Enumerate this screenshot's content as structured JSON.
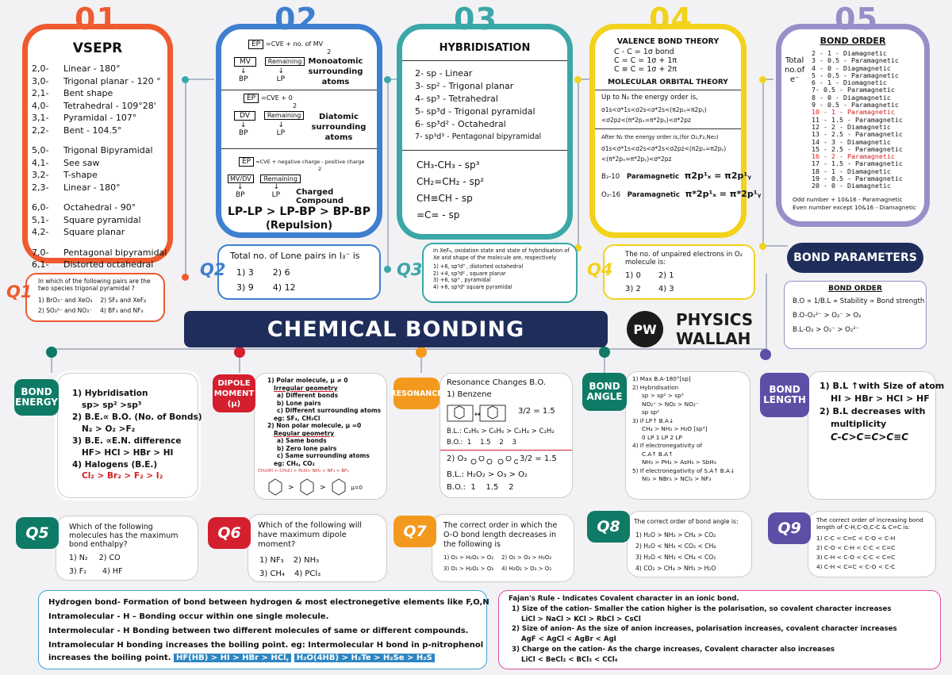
{
  "sections": {
    "vsepr": {
      "num": "01",
      "title": "VSEPR",
      "rows": [
        {
          "code": "2,0-",
          "text": "Linear - 180°"
        },
        {
          "code": "3,0-",
          "text": "Trigonal planar - 120 °"
        },
        {
          "code": "2,1-",
          "text": "Bent shape"
        },
        {
          "code": "4,0-",
          "text": "Tetrahedral - 109°28'"
        },
        {
          "code": "3,1-",
          "text": "Pyramidal - 107°"
        },
        {
          "code": "2,2-",
          "text": "Bent - 104.5°"
        },
        {
          "code": "5,0-",
          "text": "Trigonal Bipyramidal"
        },
        {
          "code": "4,1-",
          "text": "See saw"
        },
        {
          "code": "3,2-",
          "text": "T-shape"
        },
        {
          "code": "2,3-",
          "text": "Linear - 180°"
        },
        {
          "code": "6,0-",
          "text": "Octahedral - 90°"
        },
        {
          "code": "5,1-",
          "text": "Square pyramidal"
        },
        {
          "code": "4,2-",
          "text": "Square planar"
        },
        {
          "code": "7,0-",
          "text": "Pentagonal bipyramidal"
        },
        {
          "code": "6,1-",
          "text": "Distorted octahedral"
        }
      ]
    },
    "ep": {
      "num": "02",
      "f1": "EP = CVE + no. of MV / 2",
      "f1_mv": "MV",
      "f1_rem": "Remaining",
      "bp": "BP",
      "lp": "LP",
      "t1": "Monoatomic surrounding atoms",
      "f2": "EP = CVE + 0 / 2",
      "f2_dv": "DV",
      "t2": "Diatomic surrounding atoms",
      "f3": "EP = CVE + negative charge - positive charge / 2",
      "f3_mv": "MV/DV",
      "t3": "Charged Compound",
      "order": "LP-LP > LP-BP > BP-BP",
      "repulsion": "(Repulsion)"
    },
    "hyb": {
      "num": "03",
      "title": "HYBRIDISATION",
      "rows": [
        "2- sp - Linear",
        "3- sp² - Trigonal planar",
        "4- sp³ - Tetrahedral",
        "5- sp³d - Trigonal pyramidal",
        "6- sp³d² - Octahedral",
        "7- sp³d³ - Pentagonal bipyramidal"
      ],
      "examples": [
        "CH₃-CH₃ - sp³",
        "CH₂=CH₂ - sp²",
        "CH≡CH - sp",
        "=C= - sp"
      ]
    },
    "vbt": {
      "num": "04",
      "title": "VALENCE BOND THEORY",
      "bonds": [
        "C - C = 1σ bond",
        "C = C = 1σ + 1π",
        "C ≡ C = 1σ + 2π"
      ],
      "mot_title": "MOLECULAR ORBITAL THEORY",
      "mot1": "Up to N₂ the energy order is,",
      "mot2": "σ1s<σ*1s<σ2s<σ*2s<(π2pₓ=π2pᵧ)",
      "mot3": "<σ2pz<(π*2pₓ=π*2pᵧ)<σ*2pz",
      "mot4": "After N₂ the energy order is,(for O₂,F₂,Ne₂)",
      "mot5": "σ1s<σ*1s<σ2s<σ*2s<σ2pz<(π2pₓ=π2pᵧ)",
      "mot6": "<(π*2pₓ=π*2pᵧ)<σ*2pz",
      "b2": "B₂-10",
      "b2_prop": "Paramagnetic",
      "b2_f": "π2p¹ₓ = π2p¹ᵧ",
      "o2": "O₂-16",
      "o2_prop": "Paramagnetic",
      "o2_f": "π*2p¹ₓ = π*2p¹ᵧ"
    },
    "bo": {
      "num": "05",
      "title": "BOND ORDER",
      "side": [
        "Total",
        "no.of",
        "e⁻"
      ],
      "rows": [
        {
          "t": "2 - 1 - Diamagnetic",
          "red": false
        },
        {
          "t": "3 - 0.5 - Paramagnetic",
          "red": false
        },
        {
          "t": "4 - 0 - Diagmagnetic",
          "red": false
        },
        {
          "t": "5 - 0.5 - Paramagnetic",
          "red": false
        },
        {
          "t": "6 - 1 - Diomagnetic",
          "red": false
        },
        {
          "t": "7- 0.5 - Paramagnetic",
          "red": false
        },
        {
          "t": "8 - 0 - Diagmagnetic",
          "red": false
        },
        {
          "t": "9 - 0.5 - Paramagnetic",
          "red": false
        },
        {
          "t": "10 - 1 - Paramagnetic",
          "red": true
        },
        {
          "t": "11 - 1.5 - Paramagnetic",
          "red": false
        },
        {
          "t": "12 - 2 - Diamagnetic",
          "red": false
        },
        {
          "t": "13 - 2.5 - Paramagnetic",
          "red": false
        },
        {
          "t": "14 - 3 - Diamagnetic",
          "red": false
        },
        {
          "t": "15 - 2.5 - Paramagnetic",
          "red": false
        },
        {
          "t": "16 - 2 - Paramagnetic",
          "red": true
        },
        {
          "t": "17 - 1.5 - Paramagnetic",
          "red": false
        },
        {
          "t": "18 - 1 - Diamagnetic",
          "red": false
        },
        {
          "t": "19 - 0.5 - Paramagnetic",
          "red": false
        },
        {
          "t": "20 - 0 - Diamagnetic",
          "red": false
        }
      ],
      "odd": "Odd number + 10&16 - Paramagnetic",
      "even": "Even number except 10&16 - Diamagnetic"
    }
  },
  "questions": {
    "q1": {
      "label": "Q1",
      "q": "In which of the following pairs are the two species trigonal pyramidal ?",
      "o1": "1) BrO₃⁻ and XeO₃",
      "o2": "2) SF₄ and XeF₄",
      "o3": "2) SO₃²⁻ and NO₃⁻",
      "o4": "4) BF₃ and NF₃"
    },
    "q2": {
      "label": "Q2",
      "q": "Total no. of Lone pairs in I₃⁻ is",
      "o1": "1) 3",
      "o2": "2) 6",
      "o3": "3) 9",
      "o4": "4) 12"
    },
    "q3": {
      "label": "Q3",
      "q": "In XeF₆, oxidation state and state of hybridisation of Xe and shape of the molecule are, respectively",
      "o1": "1) +6, sp³d³ , distorted octahedral",
      "o2": "2) +4, sp³d² , square planar",
      "o3": "3) +6, sp³ , pyramidal",
      "o4": "4) +6, sp³d² square pyramidal"
    },
    "q4": {
      "label": "Q4",
      "q": "The no. of unpaired electrons in O₂ molecule is:",
      "o1": "1) 0",
      "o2": "2) 1",
      "o3": "3) 2",
      "o4": "4) 3"
    },
    "q5": {
      "label": "Q5",
      "q": "Which of the following molecules has the maximum bond enthalpy?",
      "o1": "1) N₂",
      "o2": "2) CO",
      "o3": "3) F₂",
      "o4": "4) HF"
    },
    "q6": {
      "label": "Q6",
      "q": "Which of the following will have maximum dipole moment?",
      "o1": "1) NF₃",
      "o2": "2) NH₃",
      "o3": "3) CH₄",
      "o4": "4) PCl₃"
    },
    "q7": {
      "label": "Q7",
      "q": "The correct order in which the O-O bond length decreases in the following is",
      "o1": "1) O₃ > H₂O₂ > O₂",
      "o2": "2) O₂ > O₃ > H₂O₂",
      "o3": "3) O₂ > H₂O₂ > O₃",
      "o4": "4) H₂O₂ > O₃ > O₂"
    },
    "q8": {
      "label": "Q8",
      "q": "The correct order of bond angle is:",
      "o1": "1) H₂O > NH₃ > CH₄ > CO₂",
      "o2": "2) H₂O < NH₃ < CO₂ < CH₄",
      "o3": "3) H₂O < NH₃ < CH₄ < CO₂",
      "o4": "4) CO₂ > CH₄ > NH₃ > H₂O"
    },
    "q9": {
      "label": "Q9",
      "q": "The correct order of increasing bond length of C-H,C-O,C-C & C=C is:",
      "o1": "1) C-C < C=C < C-O < C-H",
      "o2": "2) C-O < C-H < C-C < C=C",
      "o3": "3) C-H < C-O < C-C < C=C",
      "o4": "4) C-H < C=C < C-O < C-C"
    }
  },
  "banner": {
    "title": "CHEMICAL BONDING",
    "brand1": "PHYSICS",
    "brand2": "WALLAH",
    "logo": "PW"
  },
  "bond_parameters": {
    "title": "BOND PARAMETERS",
    "bo_title": "BOND ORDER",
    "l1": "B.O ∝ 1/B.L ∝ Stability ∝ Bond strength",
    "l2": "B.O-O₂²⁻ > O₂⁻ > O₂",
    "l3": "B.L-O₂ > O₂⁻ > O₂²⁻"
  },
  "cards": {
    "energy": {
      "tag": "BOND ENERGY",
      "lines": [
        "1) Hybridisation",
        "sp> sp² >sp³",
        "2) B.E.∝ B.O. (No. of Bonds)",
        "N₂ > O₂ >F₂",
        "3) B.E. ∝E.N. difference",
        "HF> HCl > HBr > HI",
        "4) Halogens (B.E.)"
      ],
      "red": "Cl₂ > Br₂ > F₂ > I₂"
    },
    "dipole": {
      "tag": "DIPOLE MOMENT (μ)",
      "lines": [
        "1) Polar molecule, μ ≠ 0",
        "Irregular geometry",
        "a) Different bonds",
        "b) Lone pairs",
        "c) Different surrounding atoms",
        "eg: SF₄, CH₃Cl",
        "2) Non polar molecule, μ =0",
        "Regular geometry",
        "a) Same bonds",
        "b) Zero lone pairs",
        "c) Same surrounding atoms",
        "eg: CH₄, CO₂"
      ],
      "red": "CH₃OH > CH₃Cl > H₂O> NH₃ > NF₃ > BF₃",
      "mu0": "μ=0"
    },
    "resonance": {
      "tag": "RESONANCE",
      "l1": "Resonance Changes B.O.",
      "l2": "1) Benzene",
      "frac1": "3/2 = 1.5",
      "bl1": "B.L.:  C₂H₆ > C₆H₆ > C₂H₄ > C₂H₂",
      "bo1": "B.O.:  1    1.5    2    3",
      "l3": "2) O₃",
      "frac2": "3/2 = 1.5",
      "bl2": "B.L.:  H₂O₂ > O₃ > O₂",
      "bo2": "B.O.:  1    1.5    2"
    },
    "angle": {
      "tag": "BOND ANGLE",
      "lines": [
        "1) Max B.A-180°[sp]",
        "2) Hybridisation",
        "sp > sp² > sp³",
        "NO₂⁺ > NO₂ > NO₂⁻",
        "sp        sp²",
        "3) if  LP↑ B.A↓",
        "CH₄ > NH₃ > H₂O [sp³]",
        "0 LP  1 LP  2 LP",
        "4) If electronegativity of",
        "C.A↑ B.A↑",
        "NH₃ > PH₃ > AsH₃ > SbH₃",
        "5) If electronegativity of S.A↑ B.A↓",
        "NI₃ > NBr₃ > NCl₃ >  NF₃"
      ]
    },
    "length": {
      "tag": "BOND LENGTH",
      "lines": [
        "1) B.L ↑with  Size of atom",
        "HI > HBr > HCl > HF",
        "2) B.L decreases with",
        "multiplicity",
        "C-C>C=C>C≡C"
      ]
    }
  },
  "hbond": {
    "l1": "Hydrogen bond- Formation of bond between hydrogen & most electronegetive elements like F,O,N",
    "l2": "Intramolecular - H – Bonding occur within one single  molecule.",
    "l3": "Intermolecular - H Bonding between two different molecules of same or different compounds.",
    "l4": "Intramolecular H bonding increases the boiling point. eg: Intermolecular H bond in p-nitrophenol",
    "l5": "increases the boiling point.",
    "h1": "HF(HB) > HI > HBr > HCl,",
    "h2": "H₂O(4HB) > H₂Te > H₂Se > H₂S"
  },
  "fajan": {
    "l1": "Fajan's Rule - Indicates Covalent character in an ionic bond.",
    "l2": "1) Size of the cation- Smaller the cation higher is the polarisation, so covalent character increases",
    "l3": "LiCl > NaCl > KCl > RbCl > CsCl",
    "l4": "2) Size of anion- As the size of anion increases, polarisation increases, covalent character increases",
    "l5": "AgF < AgCl < AgBr < AgI",
    "l6": "3) Charge on the cation- As the charge increases, Covalent character also increases",
    "l7": "LiCl < BeCl₂ < BCl₃ < CCl₄"
  },
  "colors": {
    "orange": "#ef5a2f",
    "blue": "#3f7fcf",
    "teal": "#3aa7a8",
    "yellow": "#f2d21b",
    "lavender": "#9a8ec8",
    "navy": "#1f2d5a",
    "green": "#0f7a66",
    "red": "#d41f2f",
    "amber": "#f39a1e"
  }
}
